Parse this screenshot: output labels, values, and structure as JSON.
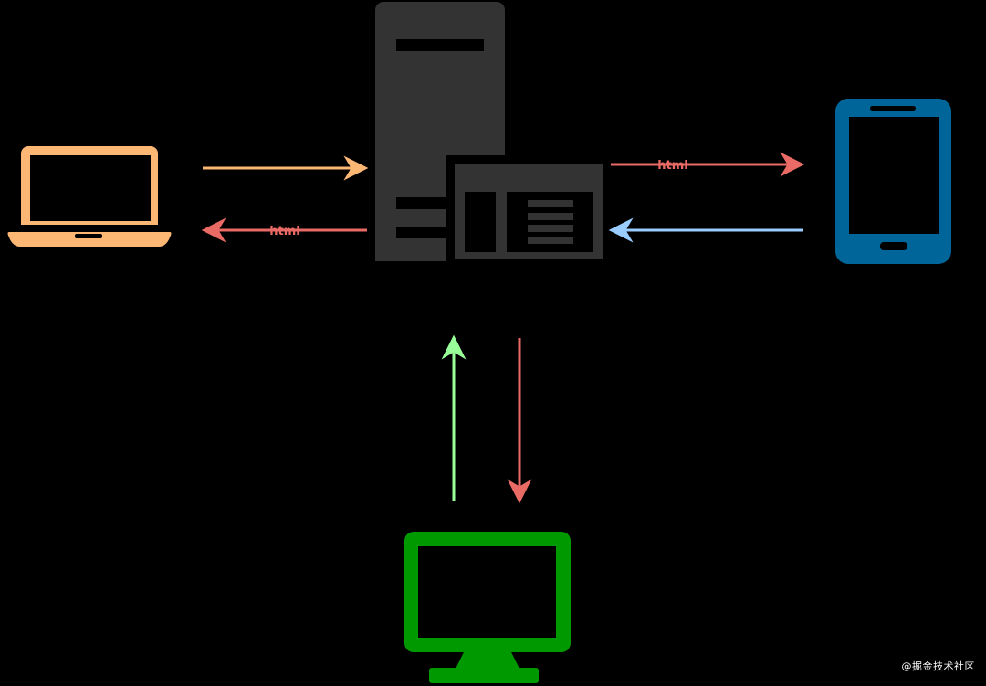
{
  "colors": {
    "background": "#000000",
    "server": "#333333",
    "laptop": "#FDB775",
    "tablet": "#006699",
    "monitor": "#009900",
    "request_orange": "#FDB775",
    "request_blue": "#99CCFF",
    "request_green": "#99FF99",
    "response_red": "#EA6B66"
  },
  "nodes": [
    {
      "id": "server",
      "icon": "server-icon"
    },
    {
      "id": "laptop",
      "icon": "laptop-icon"
    },
    {
      "id": "tablet",
      "icon": "tablet-icon"
    },
    {
      "id": "monitor",
      "icon": "monitor-icon"
    }
  ],
  "edges": [
    {
      "from": "laptop",
      "to": "server",
      "color": "#FDB775",
      "label": ""
    },
    {
      "from": "server",
      "to": "laptop",
      "color": "#EA6B66",
      "label": "html"
    },
    {
      "from": "server",
      "to": "tablet",
      "color": "#EA6B66",
      "label": "html"
    },
    {
      "from": "tablet",
      "to": "server",
      "color": "#99CCFF",
      "label": ""
    },
    {
      "from": "monitor",
      "to": "server",
      "color": "#99FF99",
      "label": ""
    },
    {
      "from": "server",
      "to": "monitor",
      "color": "#EA6B66",
      "label": ""
    }
  ],
  "edge_labels": {
    "server_to_laptop": "html",
    "server_to_tablet": "html"
  },
  "watermark": "@掘金技术社区"
}
